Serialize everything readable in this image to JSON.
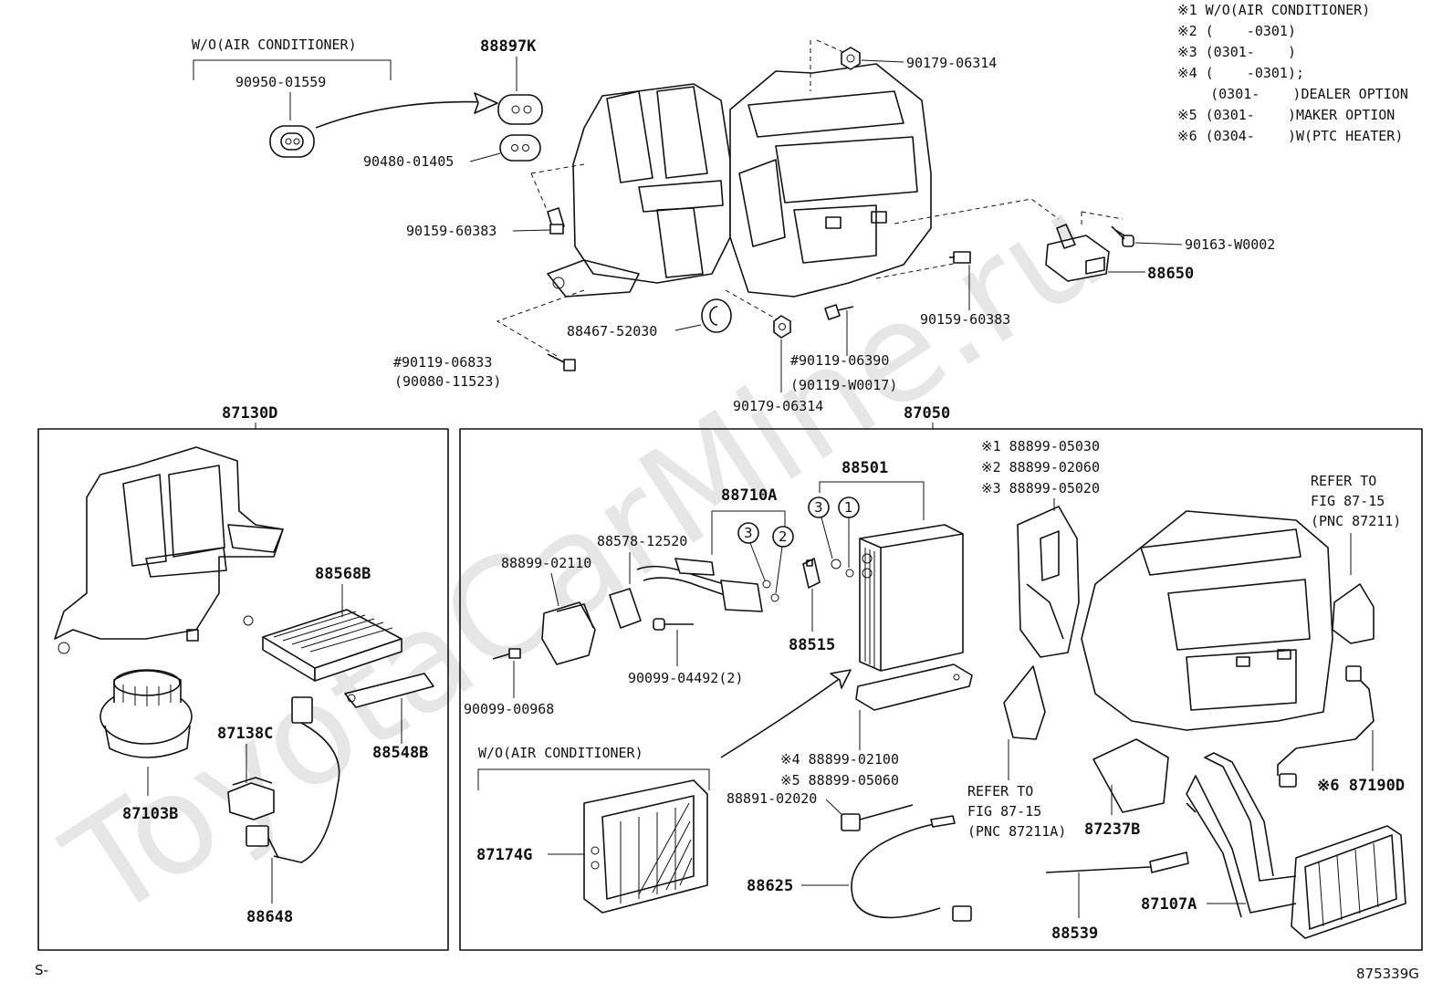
{
  "watermark": "ToyotaCarMine.ru",
  "footer": {
    "left": "S-",
    "right": "875339G"
  },
  "notes": [
    "※1 W/O(AIR CONDITIONER)",
    "※2 (    -0301)",
    "※3 (0301-    )",
    "※4 (    -0301);",
    "    (0301-    )DEALER OPTION",
    "※5 (0301-    )MAKER OPTION",
    "※6 (0304-    )W(PTC HEATER)"
  ],
  "top_labels": {
    "wo_ac": "W/O(AIR CONDITIONER)",
    "p90950": "90950-01559",
    "p88897k": "88897K",
    "p90480": "90480-01405",
    "p90179a": "90179-06314",
    "p90159a": "90159-60383",
    "p90163": "90163-W0002",
    "p88650": "88650",
    "p90159b": "90159-60383",
    "p88467": "88467-52030",
    "p90119a": "#90119-06833",
    "p90080": "(90080-11523)",
    "p90119b": "#90119-06390",
    "p90119c": "(90119-W0017)",
    "p90179b": "90179-06314"
  },
  "left_box": {
    "title": "87130D",
    "labels": {
      "p88568b": "88568B",
      "p88548b": "88548B",
      "p87138c": "87138C",
      "p87103b": "87103B",
      "p88648": "88648"
    }
  },
  "right_box": {
    "title": "87050",
    "labels": {
      "p88501": "88501",
      "p88710a": "88710A",
      "p88578": "88578-12520",
      "p88899a": "88899-02110",
      "p88515": "88515",
      "p90099a": "90099-04492(2)",
      "p90099b": "90099-00968",
      "n1a": "※1 88899-05030",
      "n2a": "※2 88899-02060",
      "n3a": "※3 88899-05020",
      "refer1a": "REFER TO",
      "refer1b": "FIG 87-15",
      "refer1c": "(PNC 87211)",
      "n4": "※4 88899-02100",
      "n5": "※5 88899-05060",
      "p88891": "88891-02020",
      "wo_ac2": "W/O(AIR CONDITIONER)",
      "p87174g": "87174G",
      "p88625": "88625",
      "refer2a": "REFER TO",
      "refer2b": "FIG 87-15",
      "refer2c": "(PNC 87211A)",
      "p87237b": "87237B",
      "p88539": "88539",
      "p87107a": "87107A",
      "p87190d": "※6 87190D",
      "c3a": "3",
      "c2": "2",
      "c3b": "3",
      "c1": "1"
    }
  }
}
